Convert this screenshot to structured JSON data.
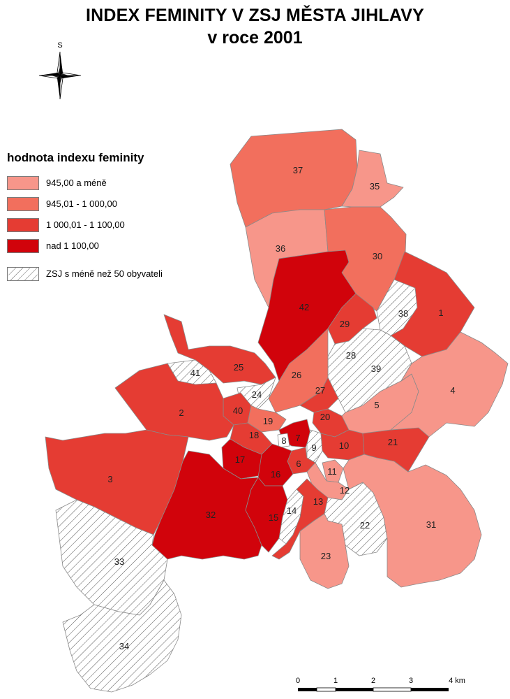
{
  "title": {
    "line1": "INDEX FEMINITY V ZSJ MĚSTA JIHLAVY",
    "line2": "v roce 2001"
  },
  "compass": {
    "label": "S"
  },
  "legend": {
    "title": "hodnota indexu feminity",
    "items": [
      {
        "label": "945,00 a méně",
        "color": "#f7968a"
      },
      {
        "label": "945,01 - 1 000,00",
        "color": "#f26f5d"
      },
      {
        "label": "1 000,01 - 1 100,00",
        "color": "#e53c33"
      },
      {
        "label": "nad 1 100,00",
        "color": "#d1030b"
      },
      {
        "label": "ZSJ s méně než 50 obyvateli",
        "pattern": "hatch"
      }
    ]
  },
  "map": {
    "unit_labels": [
      "1",
      "2",
      "3",
      "4",
      "5",
      "6",
      "7",
      "8",
      "9",
      "10",
      "11",
      "12",
      "13",
      "14",
      "15",
      "16",
      "17",
      "18",
      "19",
      "20",
      "21",
      "22",
      "23",
      "24",
      "25",
      "26",
      "27",
      "28",
      "29",
      "30",
      "31",
      "32",
      "33",
      "34",
      "35",
      "36",
      "37",
      "38",
      "39",
      "40",
      "41",
      "42"
    ]
  },
  "scale_bar": {
    "ticks": [
      "0",
      "1",
      "2",
      "3",
      "4 km"
    ]
  }
}
